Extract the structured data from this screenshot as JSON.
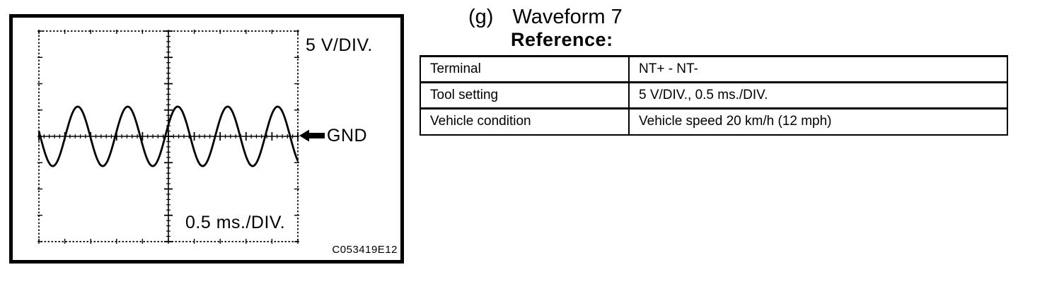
{
  "figure": {
    "v_per_div_label": "5 V/DIV.",
    "t_per_div_label": "0.5 ms./DIV.",
    "gnd_label": "GND",
    "figure_code": "C053419E12"
  },
  "heading": {
    "index_label": "(g)",
    "title": "Waveform 7",
    "subtitle": "Reference:"
  },
  "table": {
    "rows": [
      {
        "label": "Terminal",
        "value": "NT+ - NT-"
      },
      {
        "label": "Tool setting",
        "value": "5 V/DIV., 0.5 ms./DIV."
      },
      {
        "label": "Vehicle condition",
        "value": "Vehicle speed 20 km/h (12 mph)"
      }
    ]
  },
  "chart_data": {
    "type": "line",
    "waveform_shape": "sine",
    "title": "Oscilloscope waveform 7 (NT+ - NT-)",
    "v_per_div_label": "5 V/DIV.",
    "t_per_div_label": "0.5 ms./DIV.",
    "reference_label": "GND",
    "h_divisions": 10,
    "v_divisions": 8,
    "amplitude_divisions": 1.13,
    "period_divisions": 1.93,
    "first_peak_at_division": 1.5,
    "baseline": "GND at vertical center line",
    "legend": "none",
    "grid": "center cross-hair with minor ticks every 1/5 division"
  }
}
